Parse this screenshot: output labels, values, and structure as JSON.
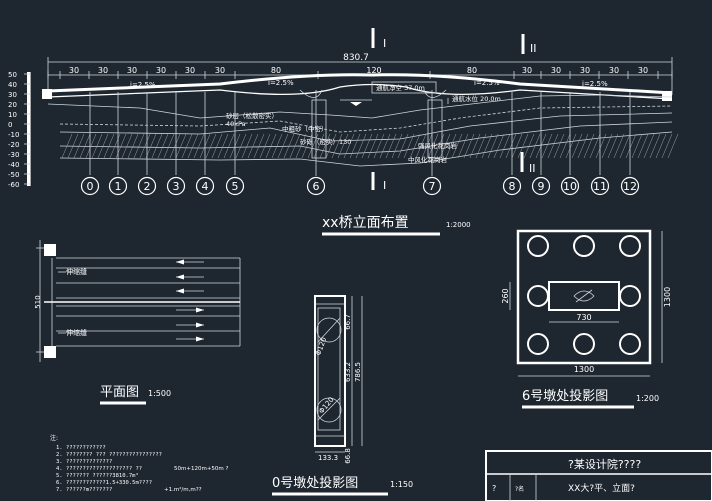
{
  "elevation": {
    "title": "xx桥立面布置",
    "scale": "1:2000",
    "total_length": "830.7",
    "section_mark_1": "I",
    "section_mark_2": "II",
    "spans_left": [
      "30",
      "30",
      "30",
      "30",
      "30",
      "30"
    ],
    "span_left_80": "80",
    "span_main": "120",
    "span_right_80": "80",
    "spans_right": [
      "30",
      "30",
      "30",
      "30",
      "30"
    ],
    "slope_1": "i=2.5%",
    "slope_2": "i=2.5%",
    "slope_3": "i=2.5%",
    "slope_4": "i=2.5%",
    "navigation_clearance": "通航净空 37.0m",
    "water_level": "通航水位 20.0m",
    "soil_1": "砂层（松散密实）",
    "soil_1b": "40kPa",
    "soil_2": "中粗砂（中密）",
    "soil_3": "砂砾（密实）130",
    "soil_4": "强风化花岗岩",
    "soil_5": "中风化花岗岩",
    "piers": [
      "0",
      "1",
      "2",
      "3",
      "4",
      "5",
      "6",
      "7",
      "8",
      "9",
      "10",
      "11",
      "12"
    ],
    "scale_ticks": [
      "50",
      "40",
      "30",
      "20",
      "10",
      "0",
      "-10",
      "-20",
      "-30",
      "-40",
      "-50",
      "-60"
    ]
  },
  "plan": {
    "title": "平面图",
    "scale": "1:500",
    "joint_label_top": "伸缩缝",
    "joint_label_bottom": "伸缩缝",
    "width_dim": "510"
  },
  "pier0": {
    "title": "0号墩处投影图",
    "scale": "1:150",
    "dims": [
      "66.7",
      "633.2",
      "786.5",
      "66.8"
    ],
    "bottom_dim": "133.3",
    "circle_dims": [
      "Φ120",
      "Φ120"
    ]
  },
  "pier6": {
    "title": "6号墩处投影图",
    "scale": "1:200",
    "dim_inner": "730",
    "dim_width": "1300",
    "dim_height": "1300",
    "dim_side": "260"
  },
  "notes": {
    "heading": "注:",
    "lines": [
      "1. ????????????",
      "2. ???????? ??? ????????????????",
      "3. ??????????????",
      "4. ???????????????????? ??",
      "5. ???????       ??????3810.7m²",
      "6. ????????????1.5+330.5m????",
      "7. ??????m???????"
    ],
    "extra_1": "50m+120m+50m ?",
    "extra_2": "+1.m²/m,m??"
  },
  "title_block": {
    "row1": "?某设计院????",
    "cell_a": "?",
    "cell_b": "?名",
    "row2": "XX大?平、立面?"
  }
}
